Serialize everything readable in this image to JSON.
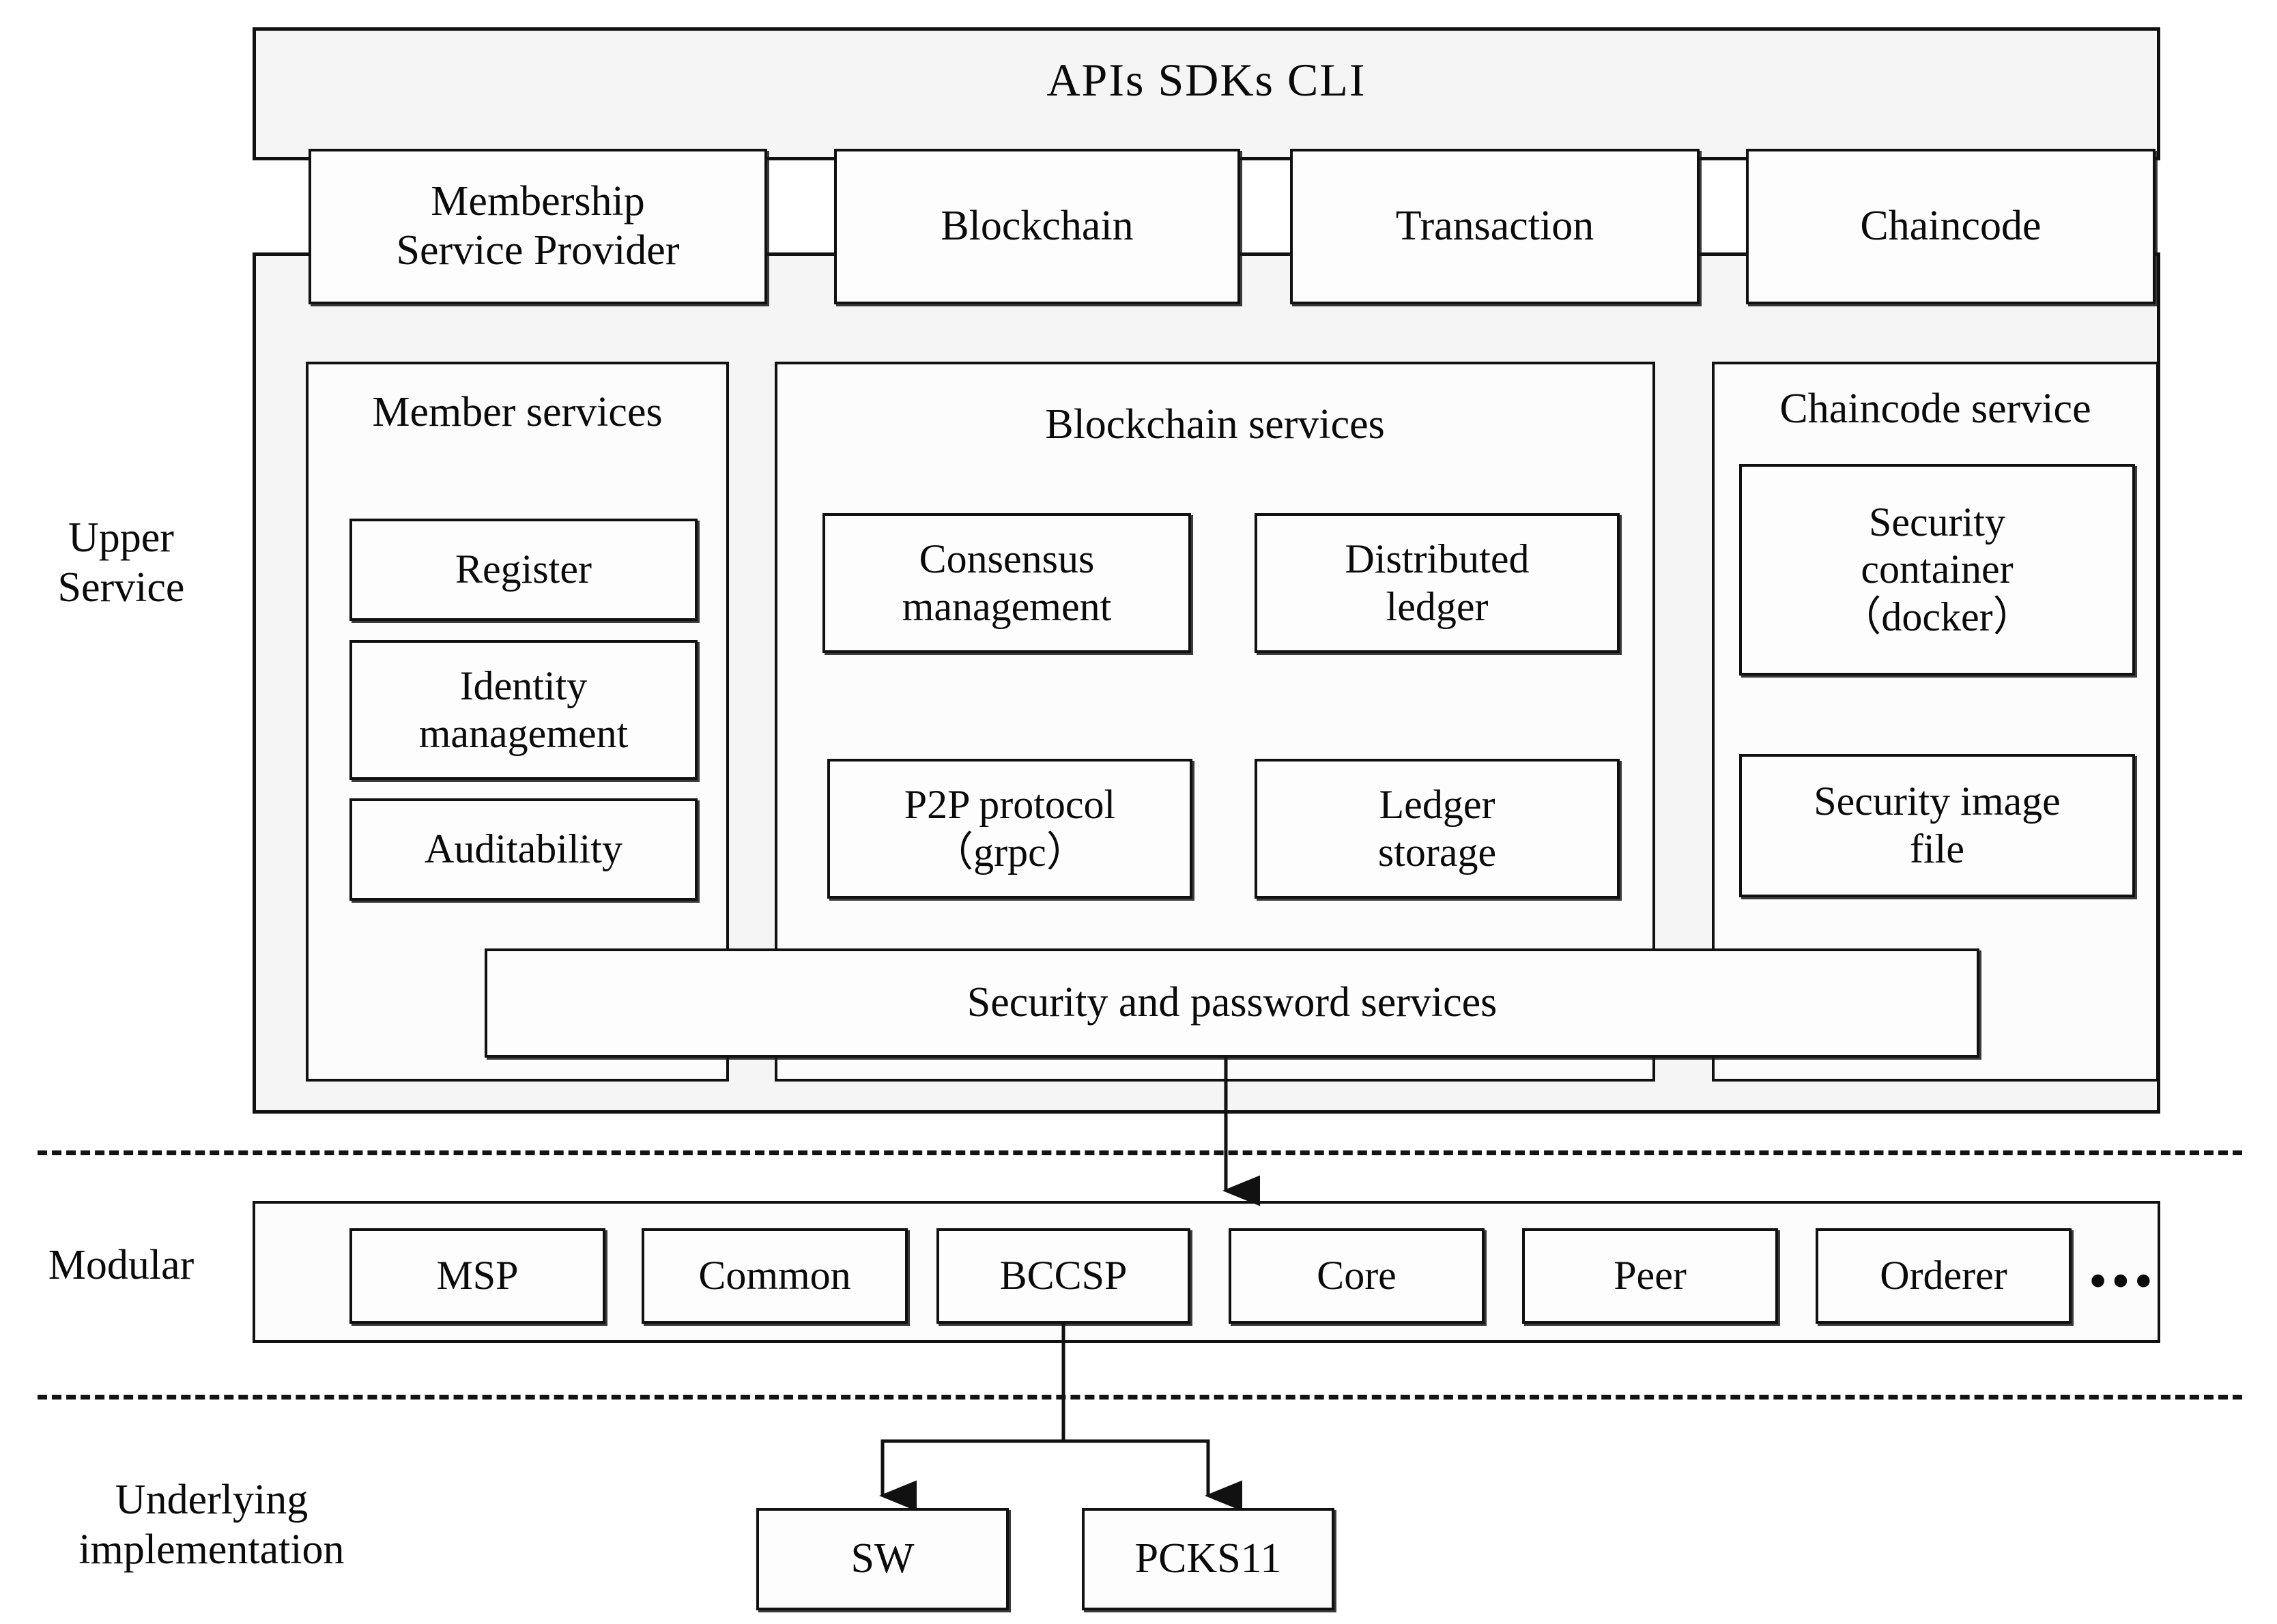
{
  "diagram": {
    "title": "Hyperledger Fabric layered architecture",
    "colors": {
      "outline": "#111111",
      "panel_fill": "#fcfcfc",
      "outer_fill": "#f5f5f5",
      "page_background": "#ffffff",
      "text": "#0a0a0a"
    }
  },
  "layers": [
    {
      "id": "upper-service",
      "label": "Upper\nService",
      "label_line1": "Upper",
      "label_line2": "Service"
    },
    {
      "id": "modular",
      "label": "Modular"
    },
    {
      "id": "underlying",
      "label_line1": "Underlying",
      "label_line2": "implementation"
    }
  ],
  "upper_service": {
    "interface_bar": {
      "items": [
        "APIs",
        "SDKs",
        "CLI"
      ],
      "text": "APIs   SDKs   CLI"
    },
    "top_modules": [
      {
        "id": "msp",
        "label": "Membership\nService Provider",
        "line1": "Membership",
        "line2": "Service Provider"
      },
      {
        "id": "blockchain",
        "label": "Blockchain"
      },
      {
        "id": "transaction",
        "label": "Transaction"
      },
      {
        "id": "chaincode",
        "label": "Chaincode"
      }
    ],
    "member_services": {
      "title": "Member services",
      "items": [
        {
          "id": "register",
          "label": "Register"
        },
        {
          "id": "identity-management",
          "line1": "Identity",
          "line2": "management"
        },
        {
          "id": "auditability",
          "label": "Auditability"
        }
      ]
    },
    "blockchain_services": {
      "title": "Blockchain services",
      "items": [
        {
          "id": "consensus-management",
          "line1": "Consensus",
          "line2": "management"
        },
        {
          "id": "distributed-ledger",
          "line1": "Distributed",
          "line2": "ledger"
        },
        {
          "id": "p2p-protocol",
          "line1": "P2P protocol",
          "line2": "（grpc）"
        },
        {
          "id": "ledger-storage",
          "line1": "Ledger",
          "line2": "storage"
        }
      ]
    },
    "chaincode_service": {
      "title": "Chaincode service",
      "items": [
        {
          "id": "security-container",
          "line1": "Security",
          "line2": "container",
          "line3": "（docker）"
        },
        {
          "id": "security-image-file",
          "line1": "Security image",
          "line2": "file"
        }
      ]
    },
    "security_bar": {
      "label": "Security and password services"
    }
  },
  "modular": {
    "items": [
      {
        "id": "msp",
        "label": "MSP"
      },
      {
        "id": "common",
        "label": "Common"
      },
      {
        "id": "bccsp",
        "label": "BCCSP"
      },
      {
        "id": "core",
        "label": "Core"
      },
      {
        "id": "peer",
        "label": "Peer"
      },
      {
        "id": "orderer",
        "label": "Orderer"
      }
    ],
    "ellipsis": "•••"
  },
  "underlying": {
    "items": [
      {
        "id": "sw",
        "label": "SW"
      },
      {
        "id": "pcks11",
        "label": "PCKS11"
      }
    ]
  }
}
